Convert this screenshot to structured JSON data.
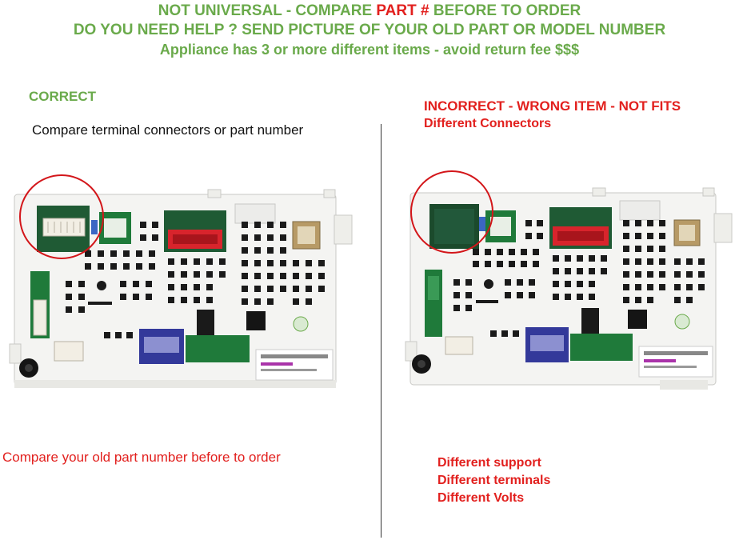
{
  "header": {
    "line1_part1": "NOT UNIVERSAL - COMPARE ",
    "line1_red": "PART #",
    "line1_part2": " BEFORE TO ORDER",
    "line2": "DO YOU NEED HELP ? SEND PICTURE OF YOUR OLD PART OR MODEL NUMBER",
    "line3": "Appliance has 3 or more different items  - avoid return fee $$$"
  },
  "left": {
    "label": "CORRECT",
    "subtitle": "Compare terminal connectors or part number",
    "footer": "Compare your old part number before to order"
  },
  "right": {
    "label": "INCORRECT - WRONG ITEM - NOT FITS",
    "subtitle": "Different Connectors",
    "differences": [
      "Different support",
      "Different terminals",
      "Different Volts"
    ]
  },
  "colors": {
    "green": "#6aaa4b",
    "red": "#e2201e",
    "board": "#f4f4f2",
    "connector_green": "#1f7a3a",
    "connector_red": "#d8242c",
    "connector_blue": "#33399a"
  }
}
